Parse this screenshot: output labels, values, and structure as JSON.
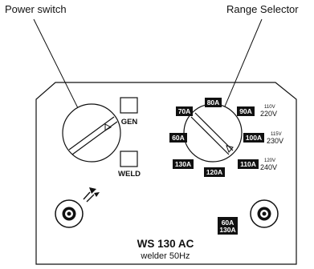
{
  "callouts": {
    "power_switch": "Power switch",
    "range_selector": "Range Selector"
  },
  "switches": {
    "gen": "GEN",
    "weld": "WELD"
  },
  "amp_settings": [
    "80A",
    "70A",
    "90A",
    "60A",
    "100A",
    "130A",
    "110A",
    "120A"
  ],
  "voltage_labels": [
    {
      "small": "110V",
      "big": "220V"
    },
    {
      "small": "115V",
      "big": "230V"
    },
    {
      "small": "120V",
      "big": "240V"
    }
  ],
  "output_range": {
    "line1": "60A",
    "line2": "130A"
  },
  "model": {
    "name": "WS 130 AC",
    "subtitle": "welder 50Hz"
  },
  "colors": {
    "line": "#111111",
    "label_bg": "#111111",
    "label_text": "#ffffff"
  },
  "icons": [
    "ground-clamp-icon",
    "socket-icon"
  ]
}
